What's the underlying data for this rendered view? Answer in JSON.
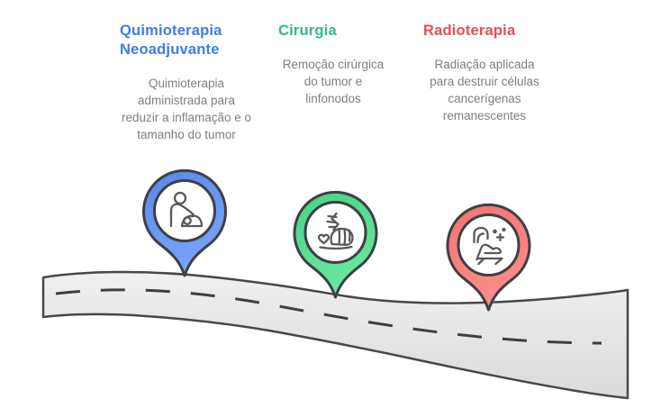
{
  "figure": {
    "name": "Linha do tempo de tratamento (roadmap)",
    "background": "#ffffff"
  },
  "colors": {
    "pin_outline": "#3f4043",
    "icon_stroke": "#58595c",
    "road_stroke": "#474747",
    "road_dash": "#3f3f3f",
    "description_text": "#7e7e7e"
  },
  "road": {
    "fill_top": "#f0f0f0",
    "fill_bottom": "#dbdbdb"
  },
  "stages": [
    {
      "title": "Quimioterapia Neoadjuvante",
      "title_color": "#3d7bf0",
      "description": "Quimioterapia administrada para reduzir a inflamação e o tamanho do tumor",
      "pin_gradient": [
        "#5888ea",
        "#77a5fb"
      ],
      "icon": "caregiver-patient-icon"
    },
    {
      "title": "Cirurgia",
      "title_color": "#2ebd86",
      "description": "Remoção cirúrgica do tumor e linfonodos",
      "pin_gradient": [
        "#46d488",
        "#69e89f"
      ],
      "icon": "hand-iv-line-icon"
    },
    {
      "title": "Radioterapia",
      "title_color": "#ea4c52",
      "description": "Radiação aplicada para destruir células cancerígenas remanescentes",
      "pin_gradient": [
        "#f57373",
        "#fb8d89"
      ],
      "icon": "radiotherapy-patient-icon"
    }
  ]
}
